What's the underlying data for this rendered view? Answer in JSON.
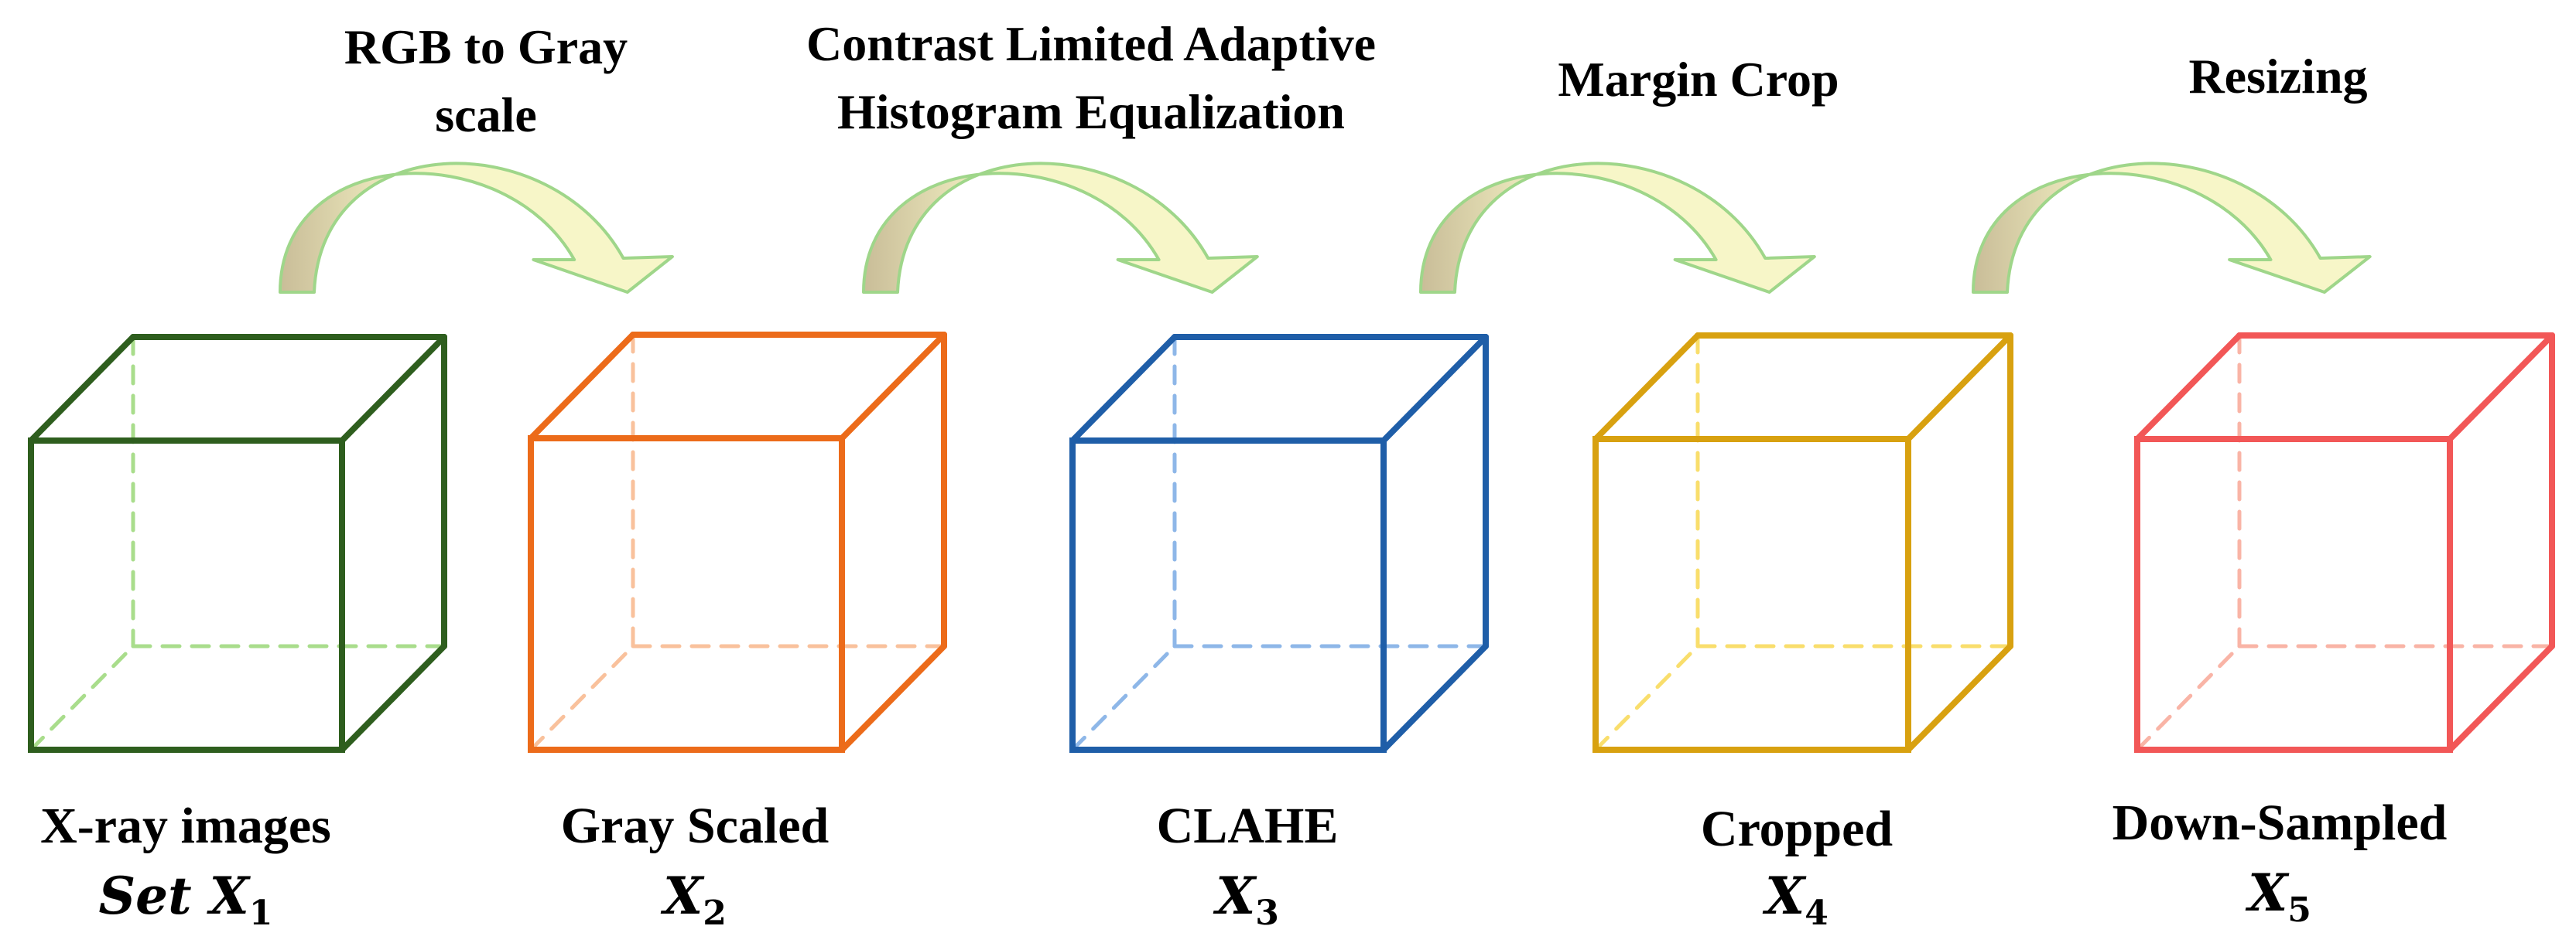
{
  "steps": [
    {
      "line1": "RGB to Gray",
      "line2": "scale"
    },
    {
      "line1": "Contrast Limited Adaptive",
      "line2": "Histogram Equalization"
    },
    {
      "line1": "Margin Crop",
      "line2": ""
    },
    {
      "line1": "Resizing",
      "line2": ""
    }
  ],
  "stages": [
    {
      "label": "X-ray images",
      "prefix": "Set ",
      "symbol": "X",
      "subscript": "1",
      "edge_color": "#2e5e1e",
      "hidden_color": "#a9dd8c"
    },
    {
      "label": "Gray Scaled",
      "prefix": "",
      "symbol": "X",
      "subscript": "2",
      "edge_color": "#ec6b1a",
      "hidden_color": "#f9c19c"
    },
    {
      "label": "CLAHE",
      "prefix": "",
      "symbol": "X",
      "subscript": "3",
      "edge_color": "#1f5ea8",
      "hidden_color": "#8eb7e8"
    },
    {
      "label": "Cropped",
      "prefix": "",
      "symbol": "X",
      "subscript": "4",
      "edge_color": "#d8a110",
      "hidden_color": "#f9de6c"
    },
    {
      "label": "Down-Sampled",
      "prefix": "",
      "symbol": "X",
      "subscript": "5",
      "edge_color": "#f25757",
      "hidden_color": "#f9b4a6"
    }
  ],
  "arrow_colors": {
    "fill_light": "#f7f6c8",
    "fill_dark": "#c9bd98",
    "outline": "#9fd68a"
  }
}
